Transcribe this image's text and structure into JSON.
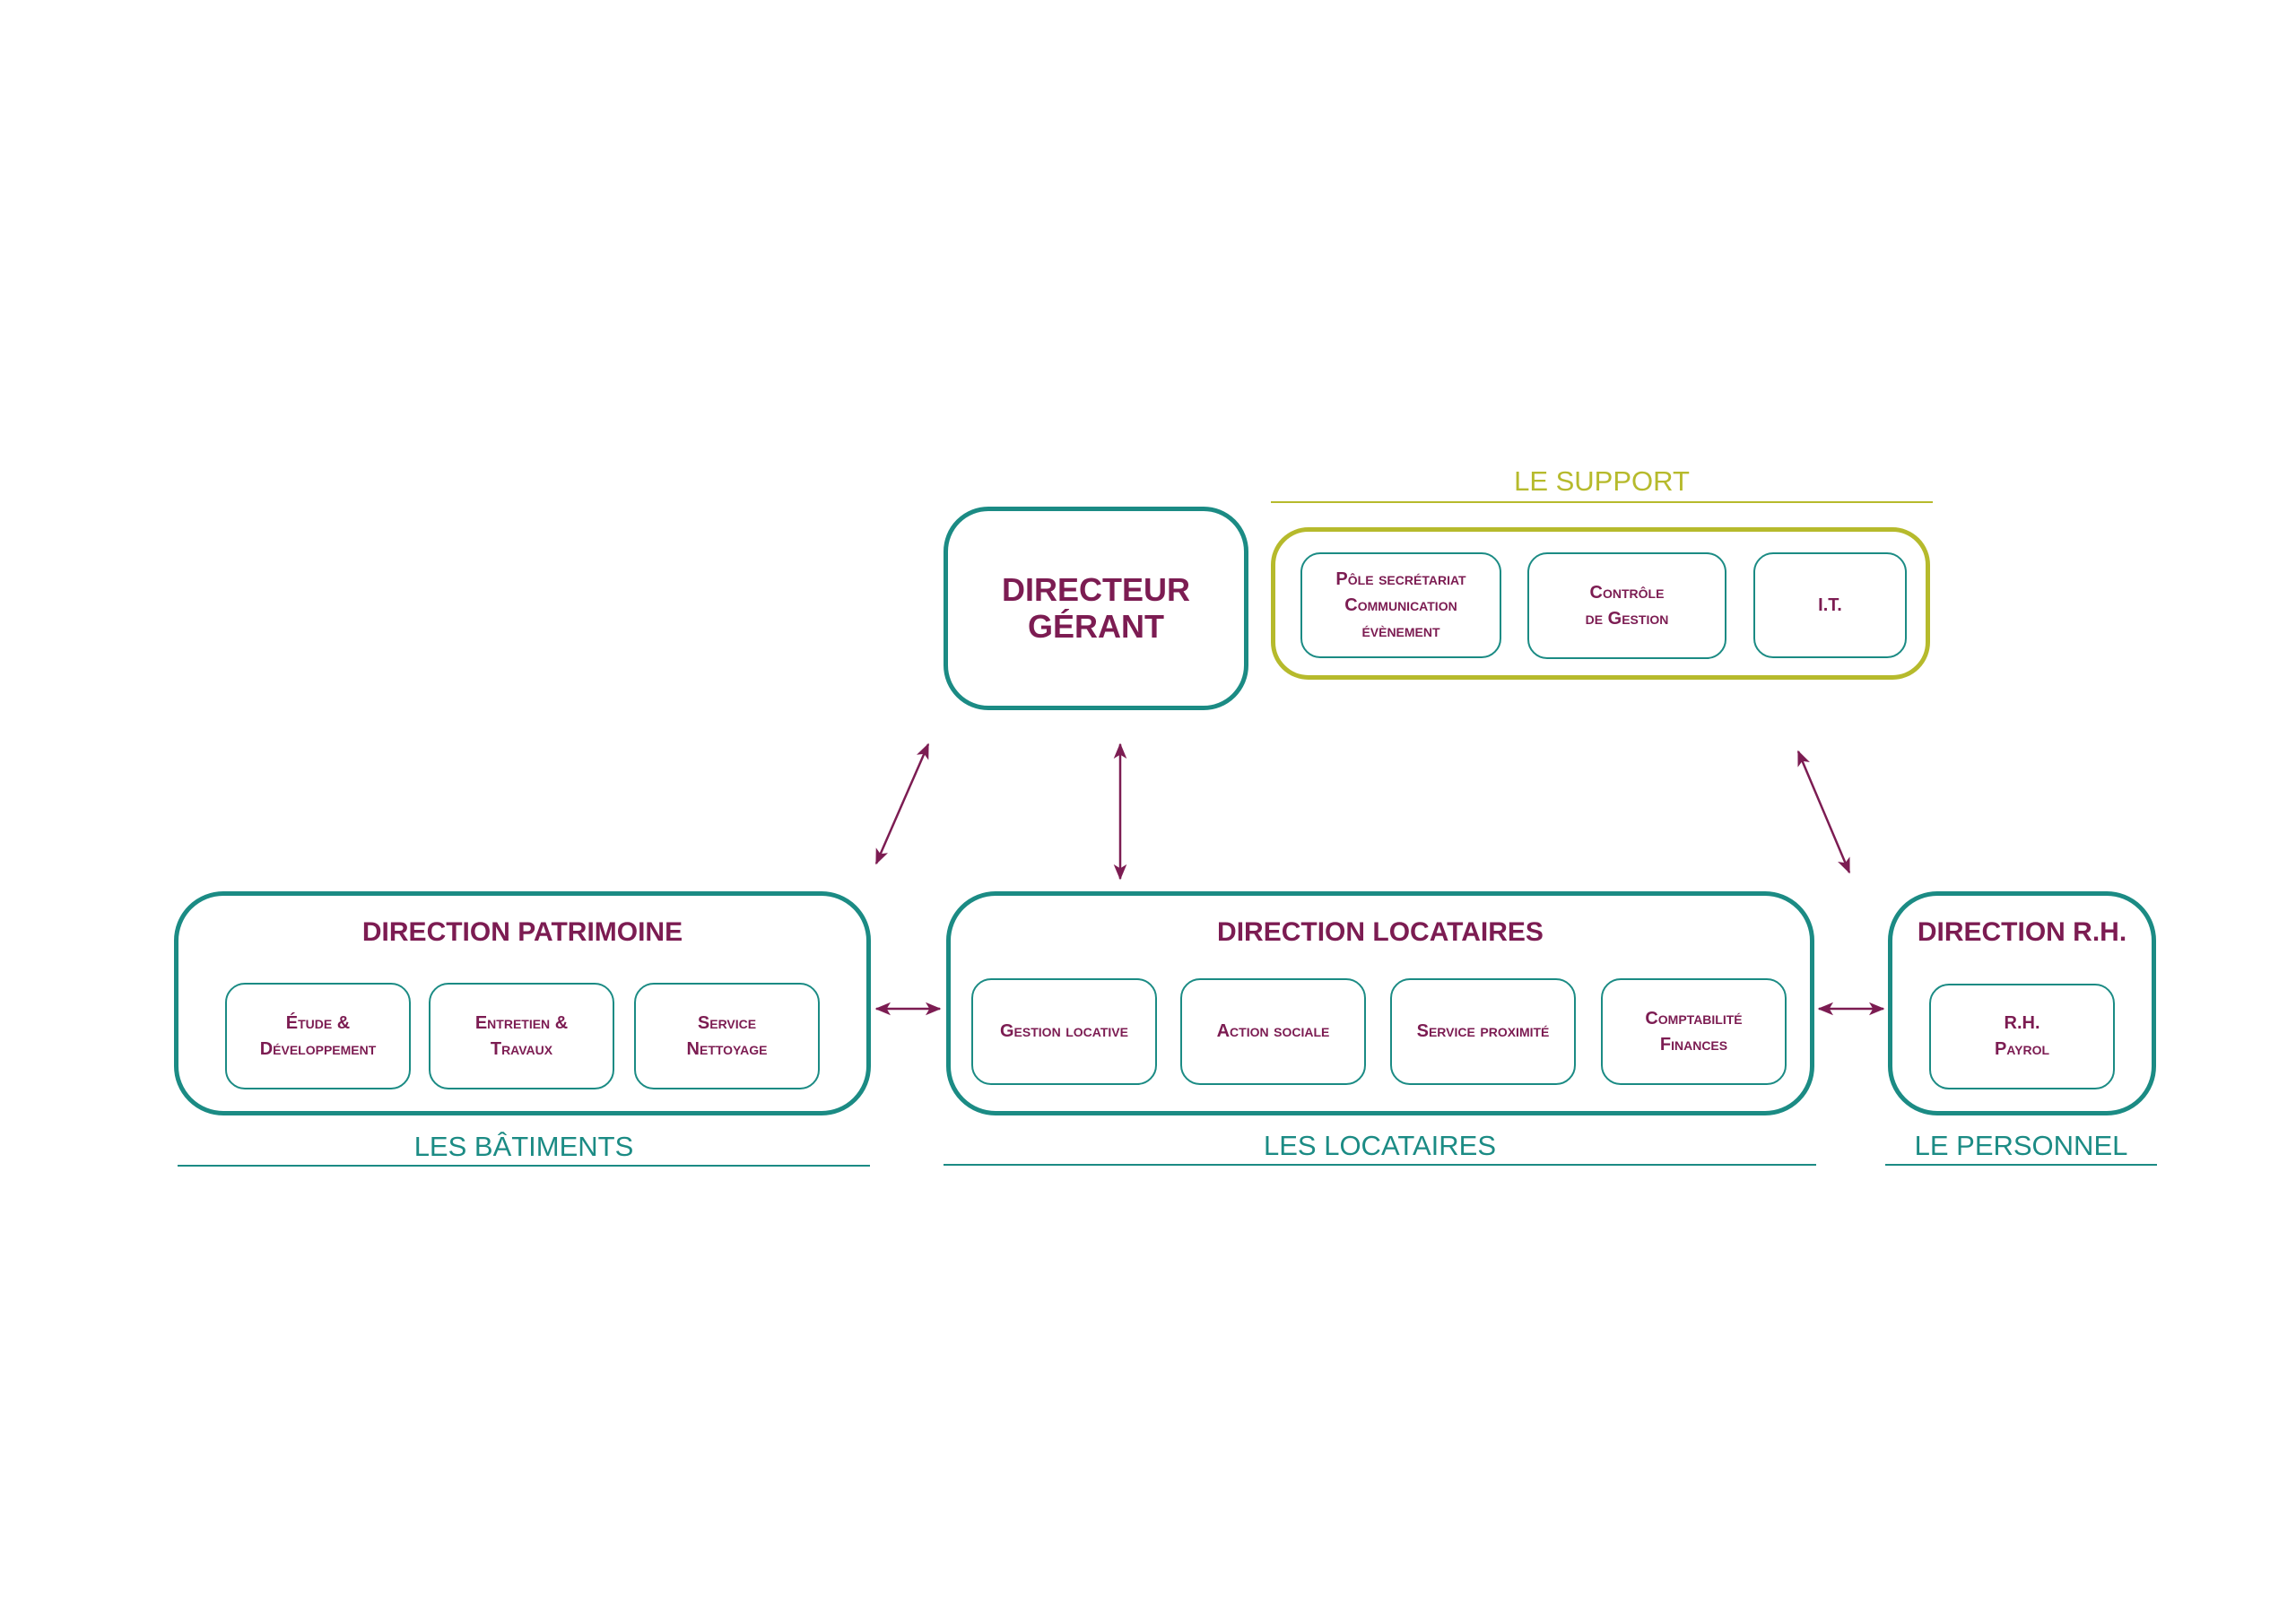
{
  "colors": {
    "teal": "#1b8b84",
    "purple": "#7c1c52",
    "olive": "#b6ba2c"
  },
  "directeur": {
    "lines": [
      "DIRECTEUR",
      "GÉRANT"
    ]
  },
  "support": {
    "label": "LE SUPPORT",
    "items": [
      {
        "lines": [
          "Pôle secrétariat",
          "Communication",
          "évènement"
        ]
      },
      {
        "lines": [
          "Contrôle",
          "de Gestion"
        ]
      },
      {
        "lines": [
          "I.T."
        ]
      }
    ]
  },
  "patrimoine": {
    "title": "DIRECTION PATRIMOINE",
    "items": [
      {
        "lines": [
          "Étude &",
          "Développement"
        ]
      },
      {
        "lines": [
          "Entretien &",
          "Travaux"
        ]
      },
      {
        "lines": [
          "Service",
          "Nettoyage"
        ]
      }
    ],
    "footer": "LES BÂTIMENTS"
  },
  "locataires": {
    "title": "DIRECTION LOCATAIRES",
    "items": [
      {
        "lines": [
          "Gestion locative"
        ]
      },
      {
        "lines": [
          "Action sociale"
        ]
      },
      {
        "lines": [
          "Service proximité"
        ]
      },
      {
        "lines": [
          "Comptabilité",
          "Finances"
        ]
      }
    ],
    "footer": "LES LOCATAIRES"
  },
  "rh": {
    "title": "DIRECTION R.H.",
    "items": [
      {
        "lines": [
          "R.H.",
          "Payrol"
        ]
      }
    ],
    "footer": "LE PERSONNEL"
  }
}
